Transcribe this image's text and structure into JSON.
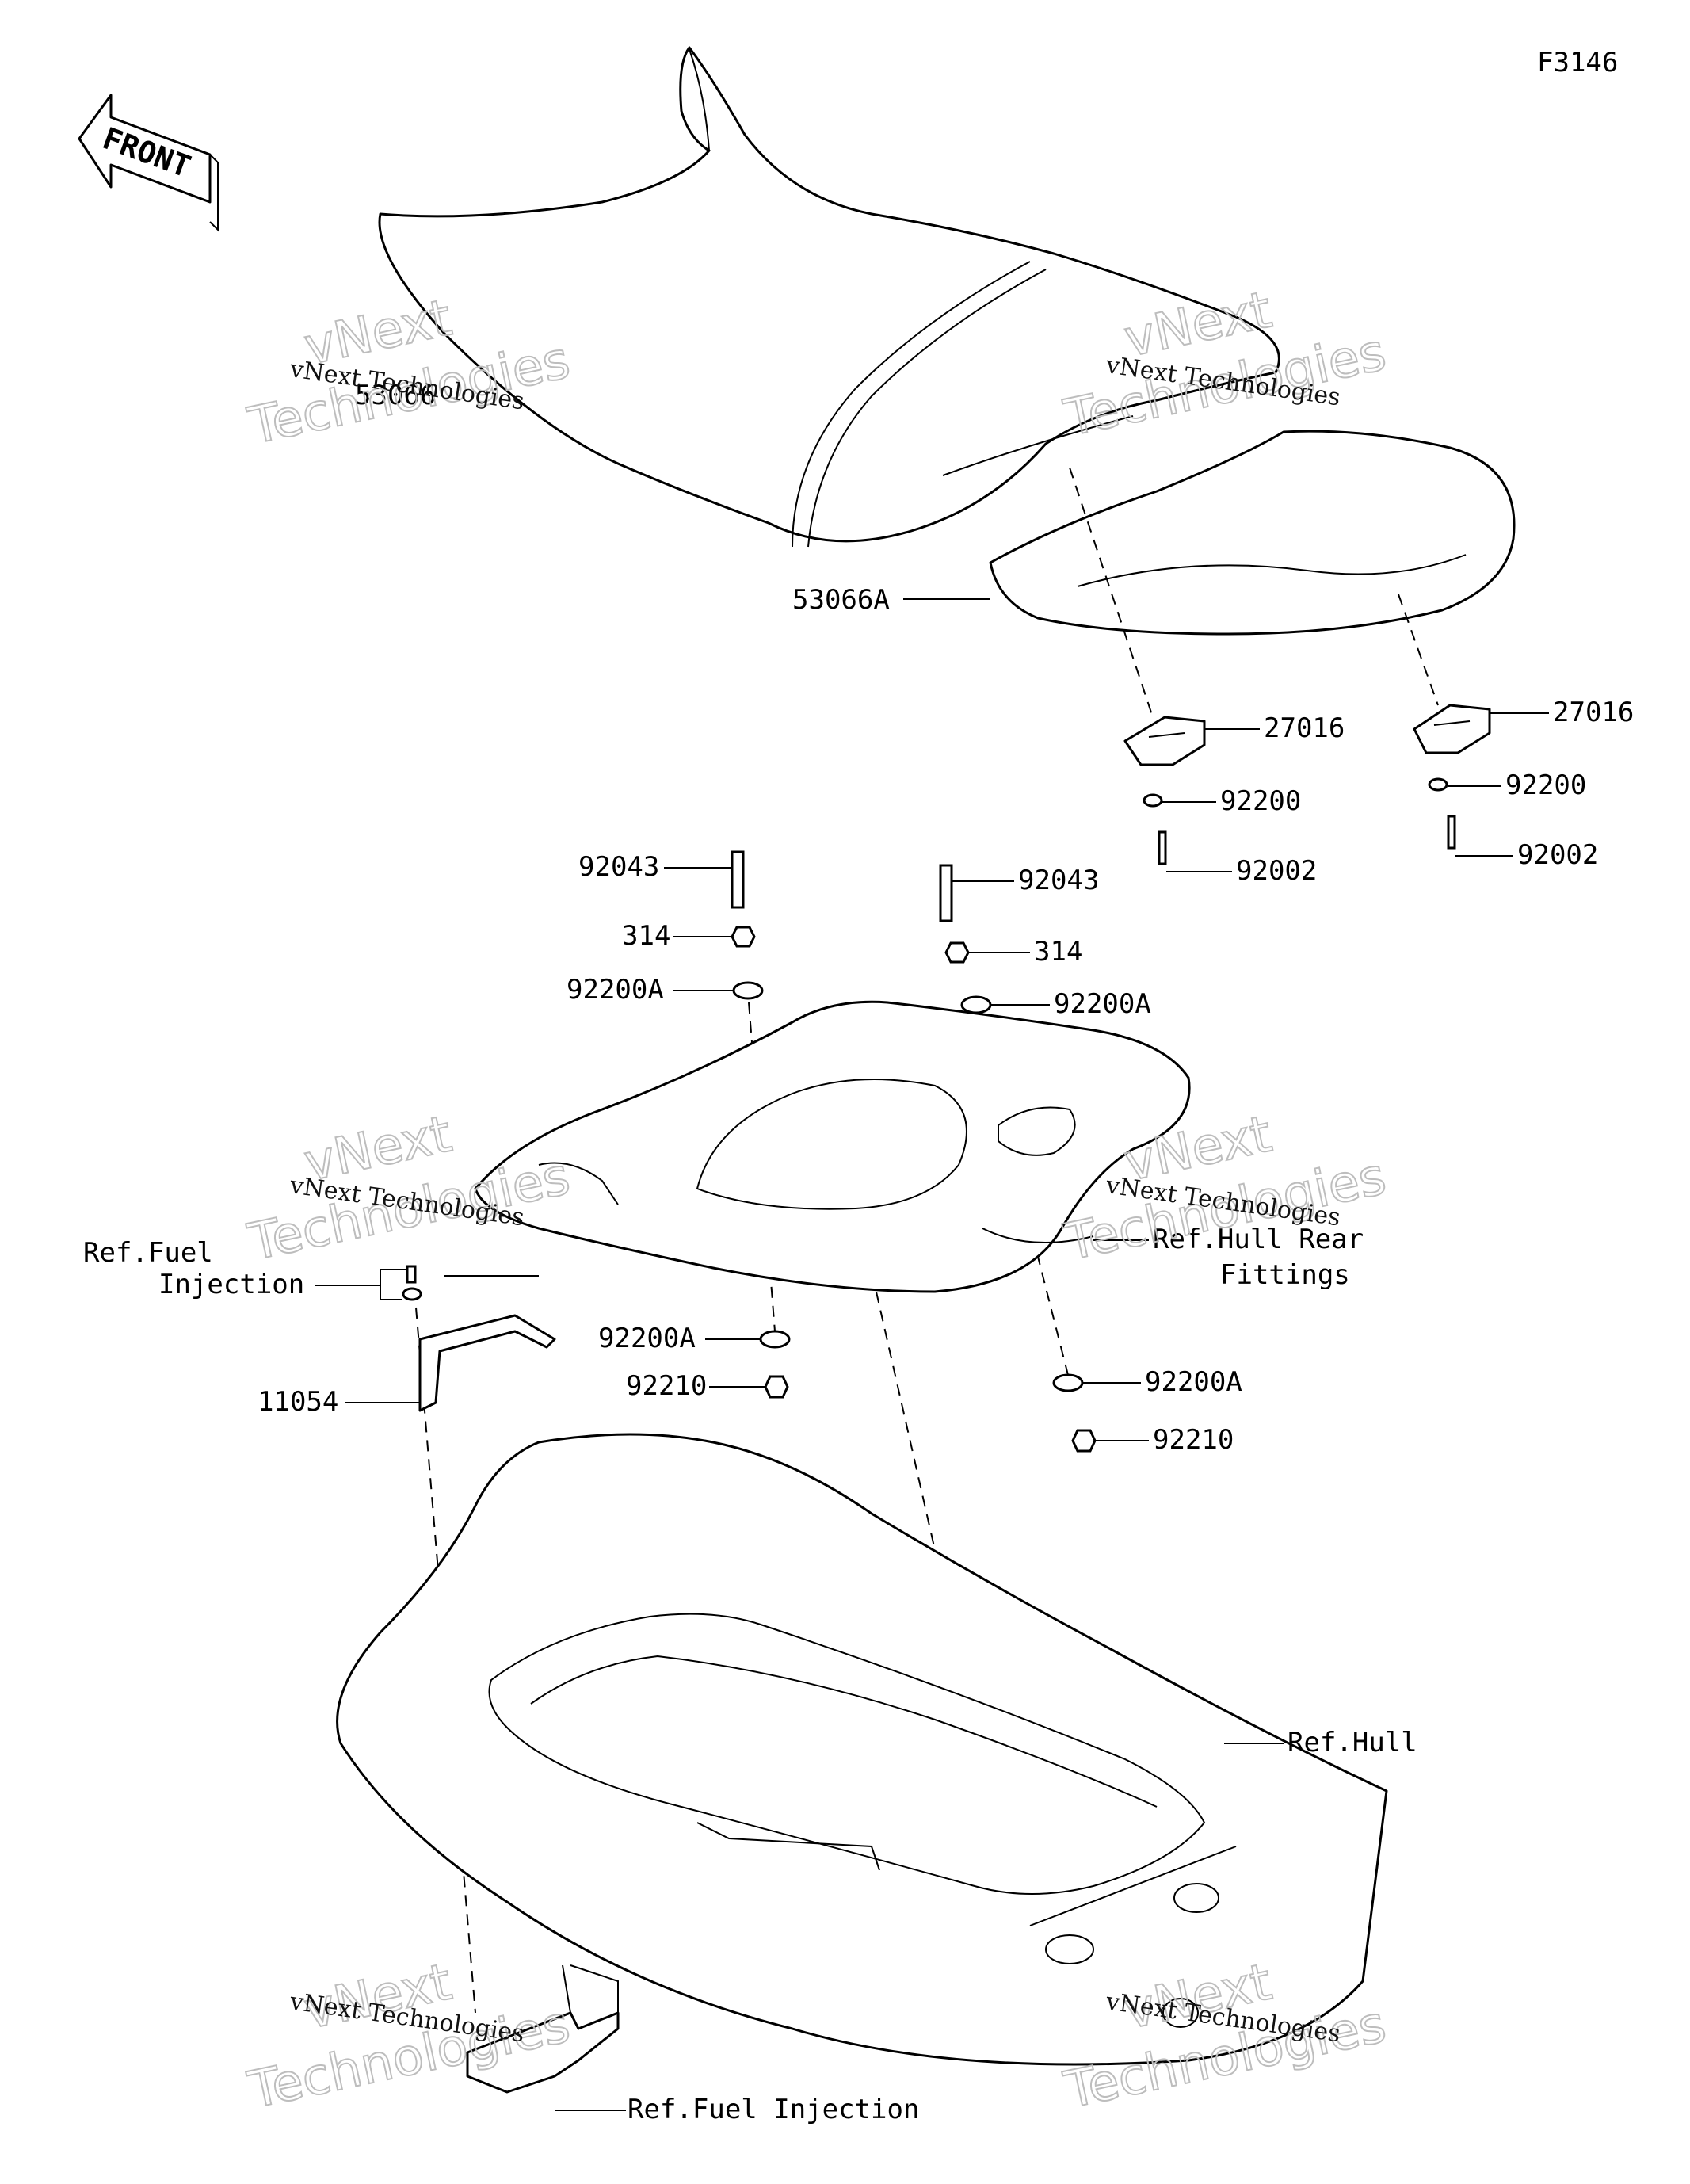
{
  "figure_code": "F3146",
  "front_label": "FRONT",
  "parts": {
    "front_seat": "53066",
    "rear_seat": "53066A",
    "bracket_left": "27016",
    "bracket_right": "27016",
    "washer_left": "92200",
    "washer_right": "92200",
    "bolt_left": "92002",
    "bolt_right": "92002",
    "stud_left": "92043",
    "stud_right": "92043",
    "nut_left": "314",
    "nut_right": "314",
    "washer_a_upper_left": "92200A",
    "washer_a_upper_right": "92200A",
    "washer_a_lower_left": "92200A",
    "washer_a_lower_right": "92200A",
    "nut_lower_left": "92210",
    "nut_lower_right": "92210",
    "stay": "11054"
  },
  "references": {
    "fuel_injection_top_line1": "Ref.Fuel",
    "fuel_injection_top_line2": "Injection",
    "hull_rear_line1": "Ref.Hull Rear",
    "hull_rear_line2": "Fittings",
    "hull": "Ref.Hull",
    "fuel_injection_bottom": "Ref.Fuel Injection"
  },
  "watermark": {
    "small": "vNext Technologies",
    "big_line1": "vNext",
    "big_line2": "Technologies"
  }
}
